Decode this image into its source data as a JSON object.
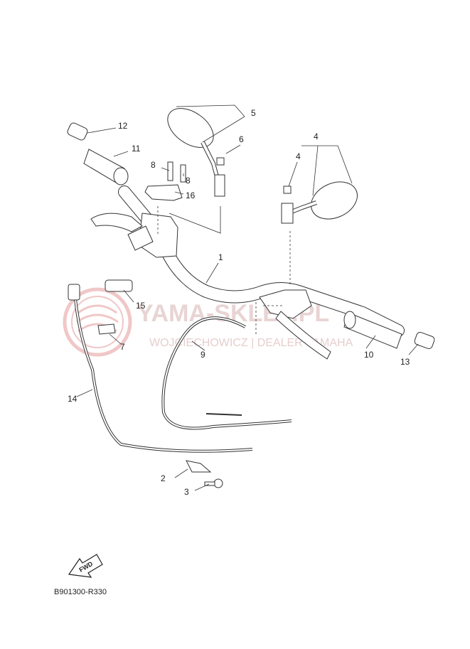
{
  "diagram_code": "B901300-R330",
  "fwd_label": "FWD",
  "watermark": {
    "title": "YAMA-SKLEP.PL",
    "subtitle": "WOJCIECHOWICZ | DEALER YAMAHA"
  },
  "callouts": [
    "1",
    "2",
    "3",
    "4",
    "4",
    "5",
    "6",
    "7",
    "8",
    "8",
    "9",
    "10",
    "11",
    "12",
    "13",
    "14",
    "15",
    "16"
  ],
  "colors": {
    "line": "#333333",
    "watermark": "#e8c5c5",
    "watermark_logo": "#e9a3a3"
  }
}
